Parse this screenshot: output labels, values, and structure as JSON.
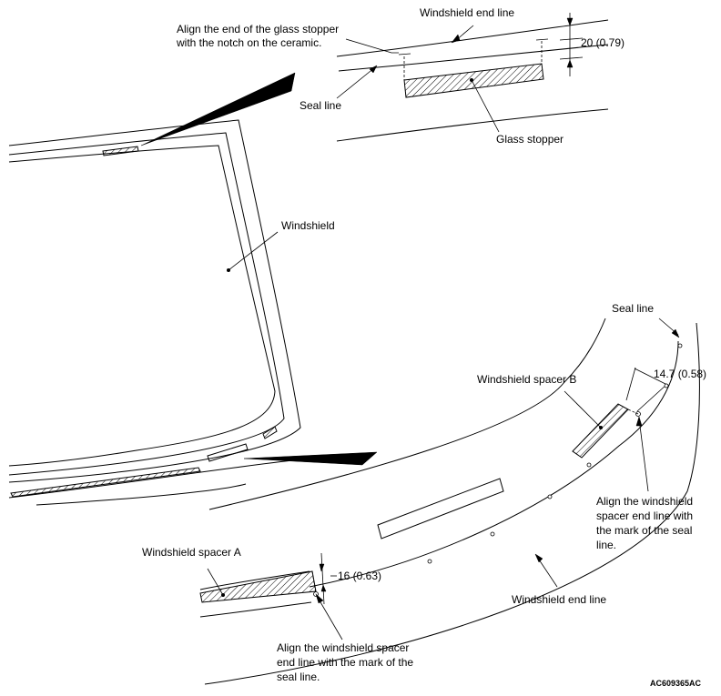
{
  "labels": {
    "align_glass_stopper_1": "Align the end of the glass stopper",
    "align_glass_stopper_2": "with the notch on the ceramic.",
    "windshield_end_line_top": "Windshield end line",
    "dimension_top": "20 (0.79)",
    "seal_line_top": "Seal line",
    "glass_stopper": "Glass stopper",
    "windshield": "Windshield",
    "seal_line_right": "Seal line",
    "windshield_spacer_b": "Windshield spacer B",
    "dimension_b": "14.7 (0.58)",
    "align_spacer_b_1": "Align the windshield",
    "align_spacer_b_2": "spacer end line with",
    "align_spacer_b_3": "the mark of the seal",
    "align_spacer_b_4": "line.",
    "windshield_spacer_a": "Windshield spacer A",
    "dimension_a": "16 (0.63)",
    "windshield_end_line_bottom": "Windshield end line",
    "align_spacer_a_1": "Align the windshield spacer",
    "align_spacer_a_2": "end line with the mark of the",
    "align_spacer_a_3": "seal line.",
    "figure_code": "AC609365AC"
  }
}
